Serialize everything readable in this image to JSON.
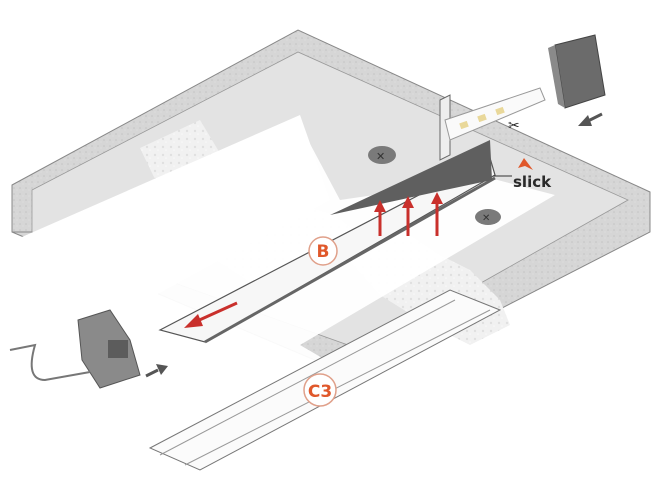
{
  "labels": {
    "profile_b": "B",
    "profile_c3": "C3",
    "brand": "slick"
  },
  "colors": {
    "accent": "#e0582b",
    "arrow_red": "#c9302c",
    "arrow_grey": "#555555",
    "ceiling": "#dcdcdc",
    "plaster": "#f4f4f4"
  }
}
